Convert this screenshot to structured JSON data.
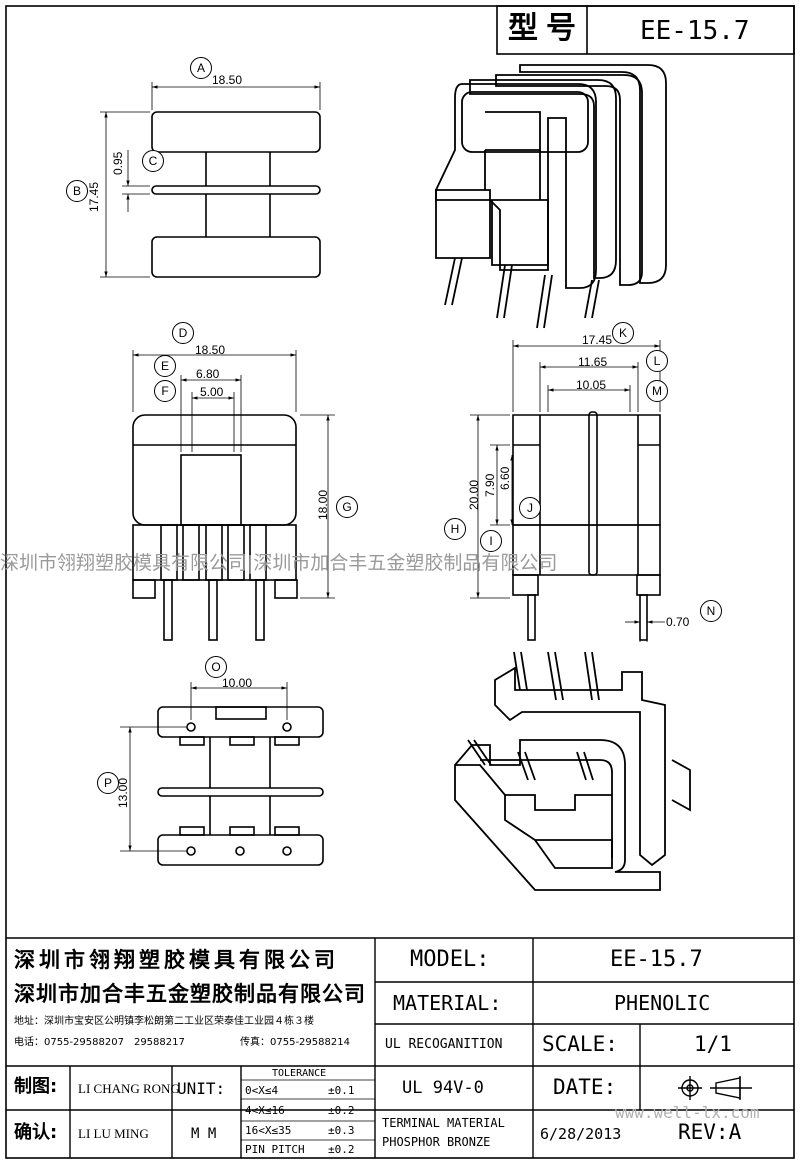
{
  "header": {
    "model_label": "型号",
    "model_value": "EE-15.7"
  },
  "views": {
    "top_side": {
      "label_a": "A",
      "dim_a": "18.50",
      "label_b": "B",
      "dim_b": "17.45",
      "label_c": "C",
      "dim_c": "0.95"
    },
    "front": {
      "label_d": "D",
      "dim_d": "18.50",
      "label_e": "E",
      "dim_e": "6.80",
      "label_f": "F",
      "dim_f": "5.00",
      "label_g": "G",
      "dim_g": "18.00"
    },
    "side": {
      "label_k": "K",
      "dim_k": "17.45",
      "label_l": "L",
      "dim_l": "11.65",
      "label_m": "M",
      "dim_m": "10.05",
      "label_h": "H",
      "dim_h": "20.00",
      "label_i": "I",
      "dim_i": "7.90",
      "label_j": "J",
      "dim_j": "6.60",
      "label_n": "N",
      "dim_n": "0.70"
    },
    "bottom": {
      "label_o": "O",
      "dim_o": "10.00",
      "label_p": "P",
      "dim_p": "13.00"
    }
  },
  "watermark": "深圳市翎翔塑胶模具有限公司|深圳市加合丰五金塑胶制品有限公司",
  "website": "www.well-lx.com",
  "title_block": {
    "company1": "深圳市翎翔塑胶模具有限公司",
    "company2": "深圳市加合丰五金塑胶制品有限公司",
    "address": "地址：深圳市宝安区公明镇李松朗第二工业区荣泰佳工业园４栋３楼",
    "phone": "电话：0755-29588207　29588217",
    "fax": "传真：0755-29588214",
    "model_label": "MODEL:",
    "model_value": "EE-15.7",
    "material_label": "MATERIAL:",
    "material_value": "PHENOLIC",
    "ul_label": "UL RECOGANITION",
    "ul_value": "UL 94V-0",
    "scale_label": "SCALE:",
    "scale_value": "1/1",
    "date_label": "DATE:",
    "date_value": "6/28/2013",
    "rev_label": "REV:A",
    "terminal_line1": "TERMINAL MATERIAL",
    "terminal_line2": "PHOSPHOR  BRONZE",
    "drawn_label": "制图:",
    "drawn_by": "LI CHANG RONG",
    "checked_label": "确认:",
    "checked_by": "LI LU MING",
    "unit_label": "UNIT:",
    "unit_value": "M M",
    "tolerance_title": "TOLERANCE",
    "tol": [
      {
        "range": "0<X≤4",
        "value": "±0.1"
      },
      {
        "range": "4<X≤16",
        "value": "±0.2"
      },
      {
        "range": "16<X≤35",
        "value": "±0.3"
      },
      {
        "range": "PIN PITCH",
        "value": "±0.2"
      }
    ]
  }
}
